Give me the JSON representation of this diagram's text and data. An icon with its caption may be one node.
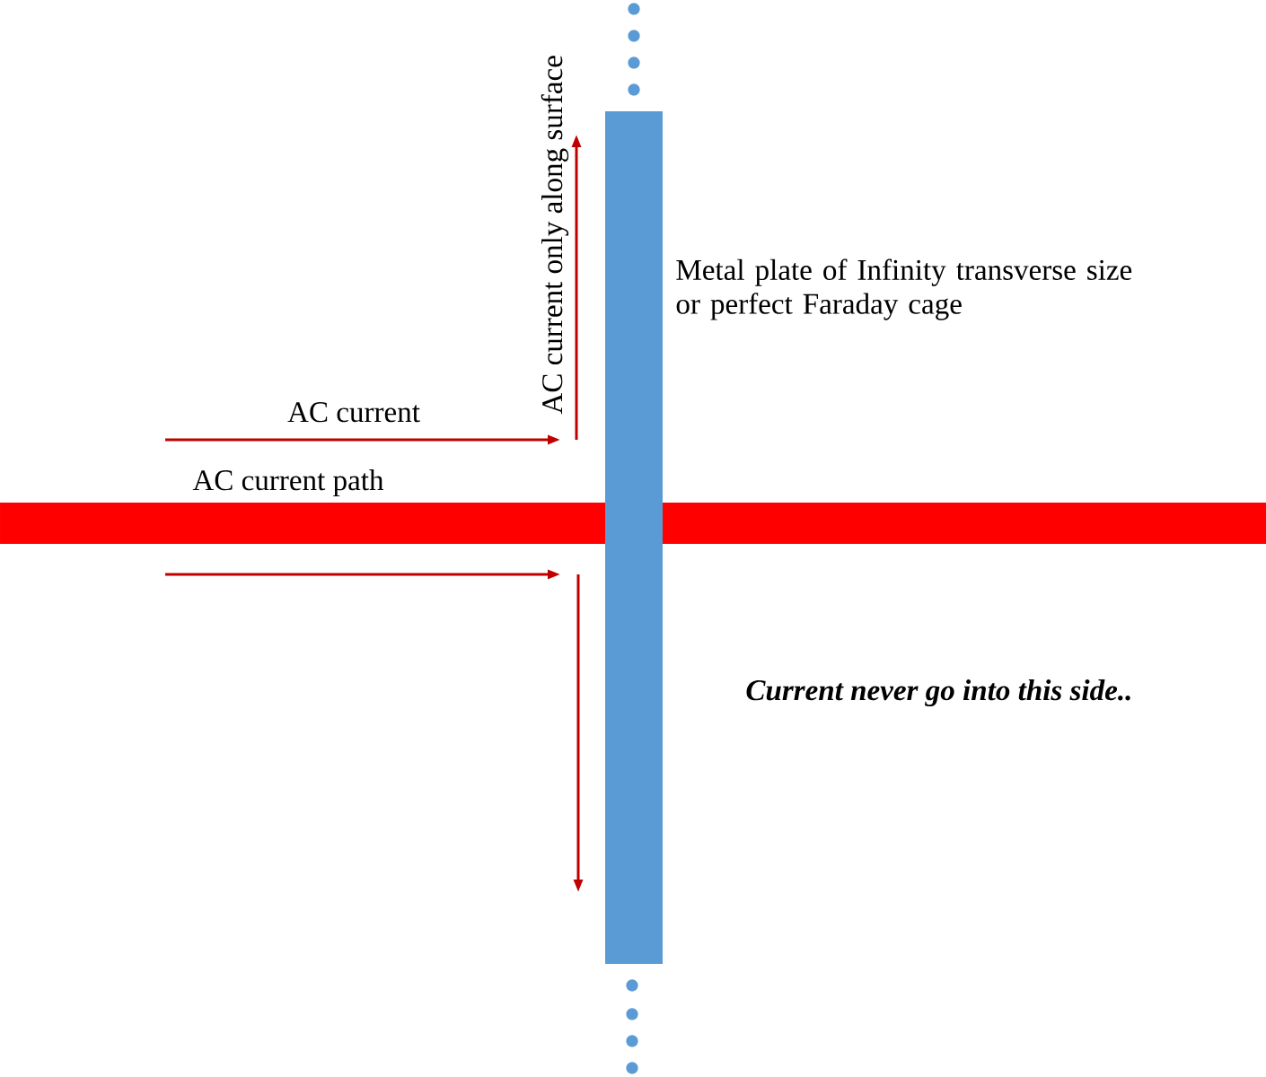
{
  "diagram": {
    "nodes": [
      {
        "text": [],
        "shape": "bar",
        "beside": [
          "AC current path"
        ]
      },
      {
        "text": [],
        "shape": "bar",
        "beside": [
          "Metal plate of Infinity transverse size or perfect Faraday cage"
        ]
      }
    ],
    "labels": [
      "AC current",
      "AC current only along surface",
      "Current never go into this side.."
    ]
  }
}
